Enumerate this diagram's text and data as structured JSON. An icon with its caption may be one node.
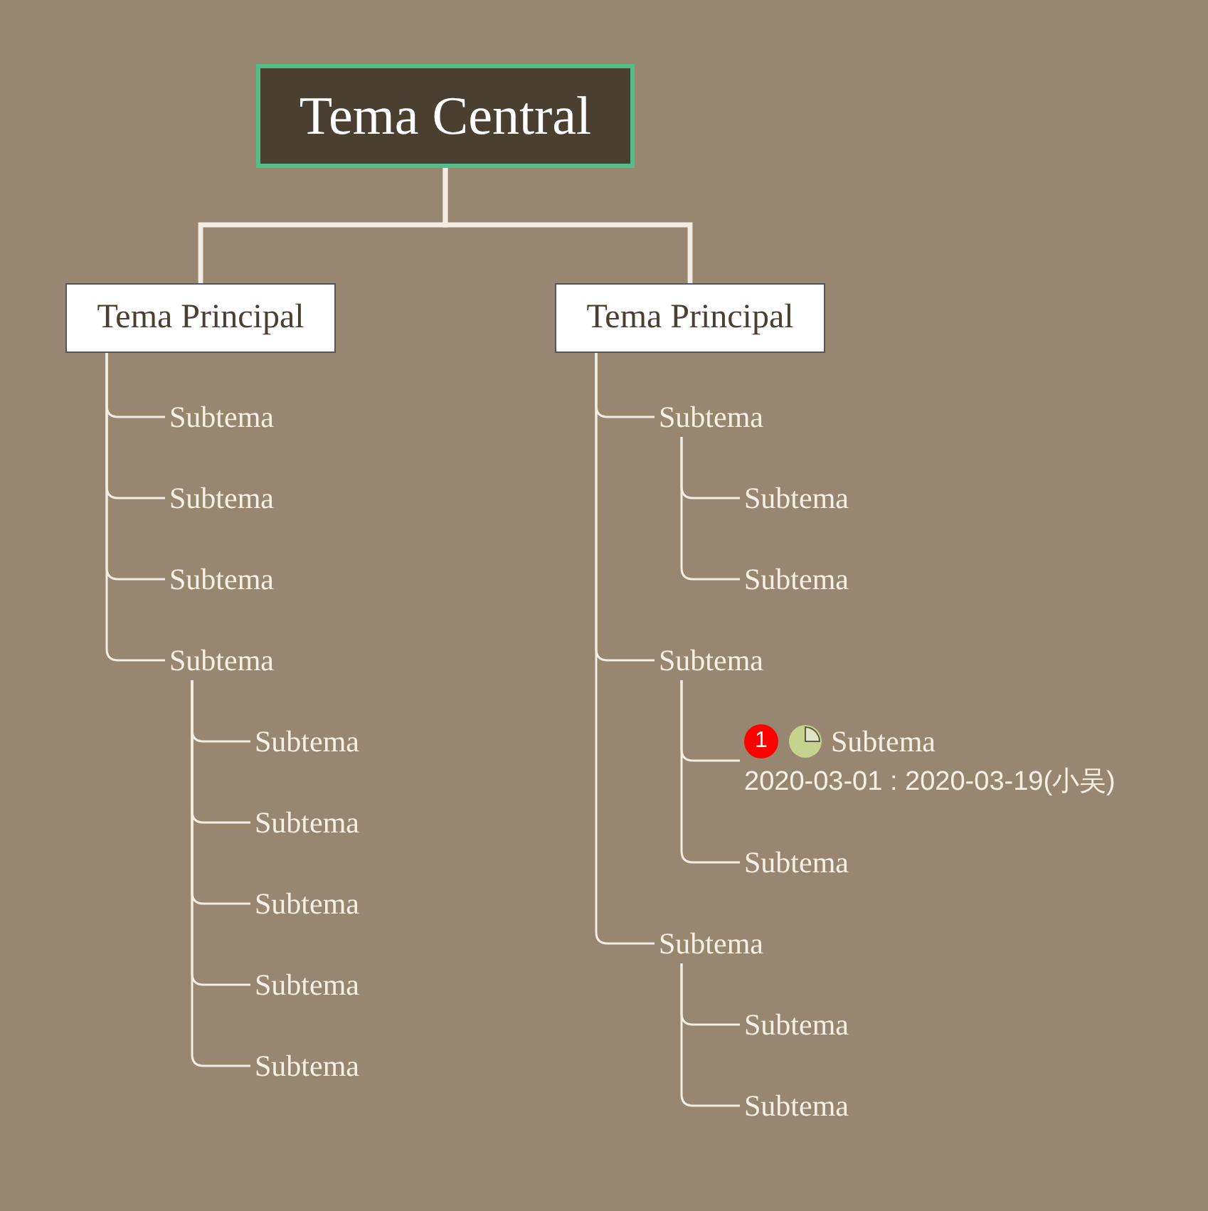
{
  "diagram": {
    "nodes": [
      {
        "text": [
          "Tema Central"
        ]
      },
      {
        "text": [
          "Tema Principal"
        ]
      },
      {
        "text": [
          "Subtema"
        ]
      },
      {
        "text": [
          "Subtema"
        ]
      },
      {
        "text": [
          "Subtema"
        ]
      },
      {
        "text": [
          "Subtema"
        ]
      },
      {
        "text": [
          "Subtema"
        ]
      },
      {
        "text": [
          "Subtema"
        ]
      },
      {
        "text": [
          "Subtema"
        ]
      },
      {
        "text": [
          "Subtema"
        ]
      },
      {
        "text": [
          "Subtema"
        ]
      },
      {
        "text": [
          "Tema Principal"
        ]
      },
      {
        "text": [
          "Subtema"
        ]
      },
      {
        "text": [
          "Subtema"
        ]
      },
      {
        "text": [
          "Subtema"
        ]
      },
      {
        "text": [
          "Subtema"
        ]
      },
      {
        "text": [
          "1",
          "Subtema",
          "2020-03-01 : 2020-03-19(小吴)"
        ]
      },
      {
        "text": [
          "Subtema"
        ]
      },
      {
        "text": [
          "Subtema"
        ]
      },
      {
        "text": [
          "Subtema"
        ]
      },
      {
        "text": [
          "Subtema"
        ]
      }
    ],
    "edges": [
      {
        "from": 0,
        "to": 1,
        "arrow": "none",
        "style": "thick"
      },
      {
        "from": 0,
        "to": 11,
        "arrow": "none",
        "style": "thick"
      },
      {
        "from": 1,
        "to": 2,
        "arrow": "none"
      },
      {
        "from": 1,
        "to": 3,
        "arrow": "none"
      },
      {
        "from": 1,
        "to": 4,
        "arrow": "none"
      },
      {
        "from": 1,
        "to": 5,
        "arrow": "none"
      },
      {
        "from": 5,
        "to": 6,
        "arrow": "none"
      },
      {
        "from": 5,
        "to": 7,
        "arrow": "none"
      },
      {
        "from": 5,
        "to": 8,
        "arrow": "none"
      },
      {
        "from": 5,
        "to": 9,
        "arrow": "none"
      },
      {
        "from": 5,
        "to": 10,
        "arrow": "none"
      },
      {
        "from": 11,
        "to": 12,
        "arrow": "none"
      },
      {
        "from": 12,
        "to": 13,
        "arrow": "none"
      },
      {
        "from": 12,
        "to": 14,
        "arrow": "none"
      },
      {
        "from": 11,
        "to": 15,
        "arrow": "none"
      },
      {
        "from": 15,
        "to": 16,
        "arrow": "none"
      },
      {
        "from": 15,
        "to": 17,
        "arrow": "none"
      },
      {
        "from": 11,
        "to": 18,
        "arrow": "none"
      },
      {
        "from": 18,
        "to": 19,
        "arrow": "none"
      },
      {
        "from": 18,
        "to": 20,
        "arrow": "none"
      }
    ]
  }
}
